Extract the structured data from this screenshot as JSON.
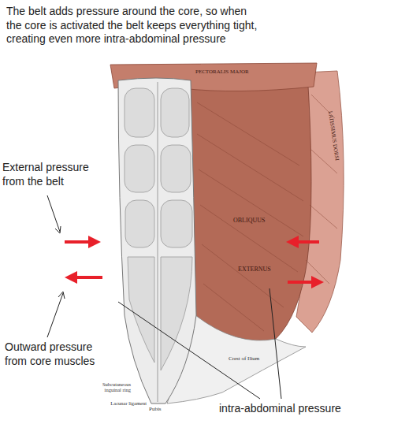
{
  "diagram": {
    "title": "The belt adds pressure around the core, so when the core is activated the belt keeps everything tight, creating even more intra-abdominal pressure",
    "labels": [
      "PECTORALIS MAJOR",
      "LATISSIMUS DORSI",
      "External pressure from the belt",
      "OBLIQUUS",
      "EXTERNUS",
      "Crest of Ilium",
      "Outward pressure from core muscles",
      "Subcutaneous inguinal ring",
      "Lacunar ligament",
      "Pubis",
      "intra-abdominal pressure"
    ]
  }
}
